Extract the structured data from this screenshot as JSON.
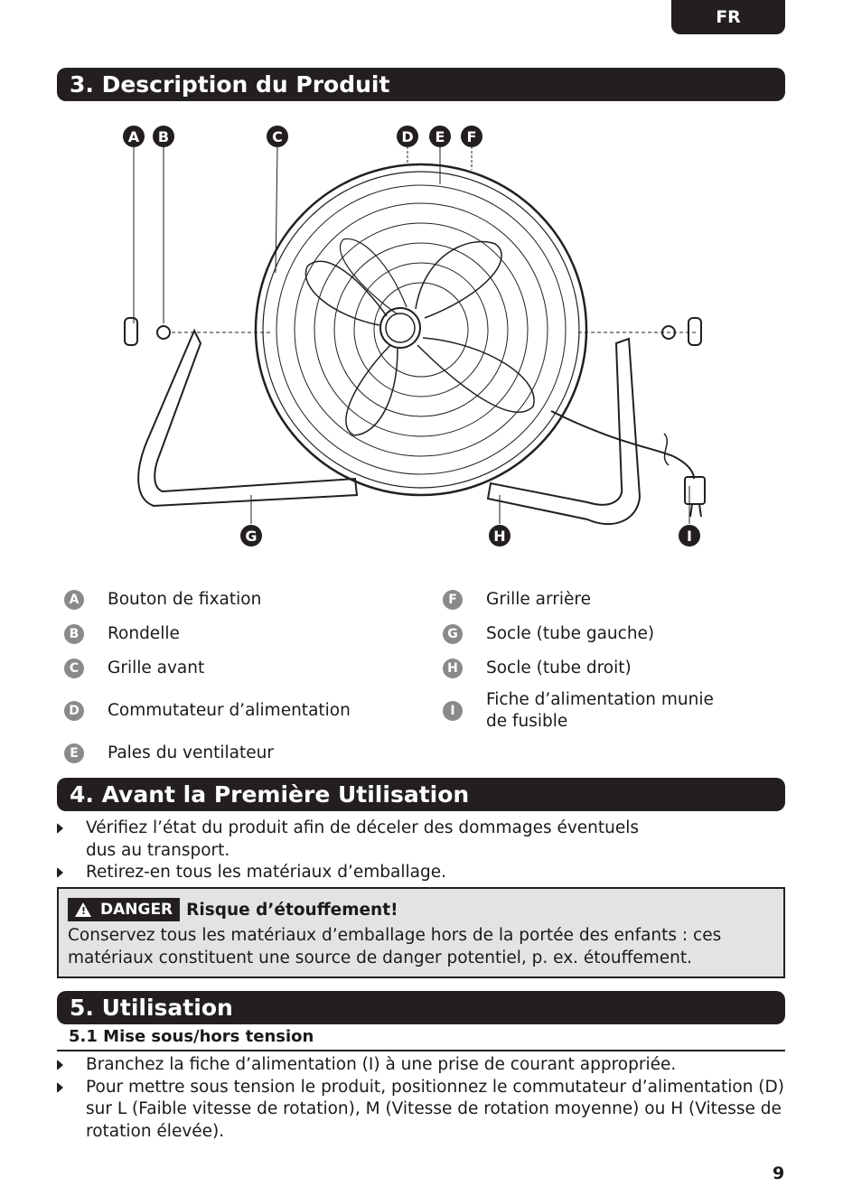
{
  "header": {
    "language": "FR"
  },
  "section3": {
    "title": "3. Description du Produit",
    "callouts": [
      "A",
      "B",
      "C",
      "D",
      "E",
      "F",
      "G",
      "H",
      "I"
    ],
    "parts_left": [
      {
        "letter": "A",
        "label": "Bouton de fixation"
      },
      {
        "letter": "B",
        "label": "Rondelle"
      },
      {
        "letter": "C",
        "label": "Grille avant"
      },
      {
        "letter": "D",
        "label": "Commutateur d’alimentation"
      },
      {
        "letter": "E",
        "label": "Pales du ventilateur"
      }
    ],
    "parts_right": [
      {
        "letter": "F",
        "label": "Grille arrière"
      },
      {
        "letter": "G",
        "label": "Socle (tube gauche)"
      },
      {
        "letter": "H",
        "label": "Socle (tube droit)"
      },
      {
        "letter": "I",
        "label_line1": "Fiche d’alimentation munie",
        "label_line2": "de fusible"
      }
    ]
  },
  "section4": {
    "title": "4. Avant la Première Utilisation",
    "bullets": [
      {
        "line1": "Vérifiez l’état du produit afin de déceler des dommages éventuels",
        "line2": "dus au transport."
      },
      {
        "line1": "Retirez-en tous les matériaux d’emballage."
      }
    ],
    "danger": {
      "tag": "DANGER",
      "heading": "Risque d’étouffement!",
      "line1": "Conservez tous les matériaux d’emballage hors de la portée des enfants : ces",
      "line2": "matériaux constituent une source de danger potentiel, p. ex. étouffement."
    }
  },
  "section5": {
    "title": "5. Utilisation",
    "subtitle": "5.1 Mise sous/hors tension",
    "bullets": [
      {
        "line1": "Branchez la fiche d’alimentation (I) à une prise de courant appropriée."
      },
      {
        "line1": "Pour mettre sous tension le produit, positionnez le commutateur d’alimentation (D)",
        "line2": "sur L (Faible vitesse de rotation), M (Vitesse de rotation moyenne) ou H (Vitesse de",
        "line3": "rotation élevée)."
      }
    ]
  },
  "footer": {
    "page_number": "9"
  }
}
